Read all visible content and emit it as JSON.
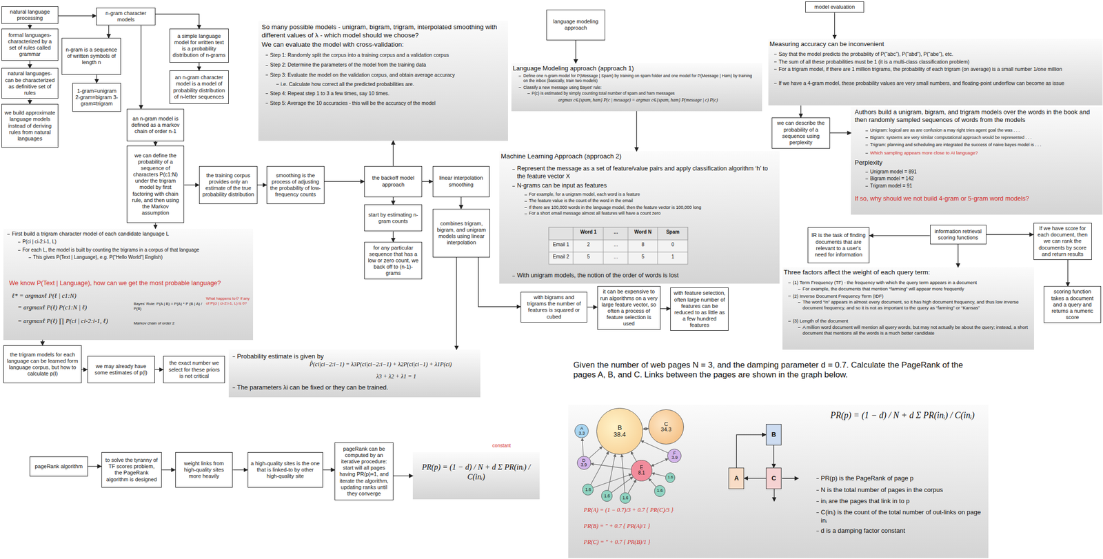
{
  "diagram": {
    "nodes": [
      {
        "text": [
          "natural language processing"
        ]
      },
      {
        "text": [
          "n-gram character models"
        ]
      },
      {
        "text": [
          "formal languages- characterized by a set of rules called grammar"
        ]
      },
      {
        "text": [
          "natural languages- can be characterized as definitive set of rules"
        ]
      },
      {
        "text": [
          "we build approximate language models instead of deriving rules from natural languages"
        ]
      },
      {
        "text": [
          "n-gram is a sequence of written symbols of length n"
        ]
      },
      {
        "text": [
          "1-gram=unigram 2-gram=bigram 3-gram=trigram"
        ]
      },
      {
        "text": [
          "a simple language model for written text is a probability distribution of n-grams"
        ]
      },
      {
        "text": [
          "an n-gram character model is a model of probability distribution of n-letter sequences"
        ]
      },
      {
        "text": [
          "an n-gram model is defined as a markov chain of order n-1"
        ]
      },
      {
        "text": [
          "we can define the probability of a sequence of characters P(c1:N) under the trigram model by first factoring with chain rule, and then using the Markov assumption"
        ]
      },
      {
        "text": [
          "the training corpus provides only an estimate of the true probability distribution"
        ]
      },
      {
        "text": [
          "smoothing is the process of adjusting the probability of low-frequency counts"
        ]
      },
      {
        "text": [
          "the backoff model approach"
        ]
      },
      {
        "text": [
          "linear interpolation smoothing"
        ]
      },
      {
        "text": [
          "start by estimating n-gram counts"
        ]
      },
      {
        "text": [
          "for any particular sequence that has a low or zero count, we back off to (n-1)-grams"
        ]
      },
      {
        "text": [
          "combines trigram, bigram, and unigram models using linear interpolation"
        ]
      },
      {
        "text": [
          "the trigram models for each language can be learned form language corpus, but how to calculate p(l)"
        ]
      },
      {
        "text": [
          "we may already have some estimates of p(l)"
        ]
      },
      {
        "text": [
          "the exact number we select for these priors is not critical"
        ]
      },
      {
        "text": [
          "language modeling approach"
        ]
      },
      {
        "text": [
          "with bigrams and trigrams the number of features is squared or cubed"
        ]
      },
      {
        "text": [
          "it can be expensive to run algorithms on a very large feature vector, so often a process of feature selection is used"
        ]
      },
      {
        "text": [
          "with feature selection, often large number of features can be reduced to as little as a few hundred features"
        ]
      },
      {
        "text": [
          "model evaluation"
        ]
      },
      {
        "text": [
          "we can describe the probability of a sequence using perplexity"
        ]
      },
      {
        "text": [
          "IR is the task of finding documents that are relevant to a user's need for information"
        ]
      },
      {
        "text": [
          "information retrieval scoring functions"
        ]
      },
      {
        "text": [
          "If we have score for each document, then we can rank the documents by score and return results"
        ]
      },
      {
        "text": [
          "scoring function takes a document and a query and returns a numeric score"
        ]
      },
      {
        "text": [
          "pageRank algorithm"
        ]
      },
      {
        "text": [
          "to solve the tyranny of TF scores problem, the PageRank algorithm is designed"
        ]
      },
      {
        "text": [
          "weight links from high-quality sites more heavily"
        ]
      },
      {
        "text": [
          "a high-quality sites is the one that is linked-to by other high-quality site"
        ]
      },
      {
        "text": [
          "pageRank can be computed by an iterative procedure: start will all pages having PR(p)=1, and iterate the algorithm, updating ranks until they converge"
        ]
      },
      {
        "text": [
          "So many possible models - unigram, bigram, trigram, interpolated smoothing with different values of λ - which model should we choose?",
          "We can evaluate the model with cross-validation:",
          "Step 1: Randomly split the corpus into a training corpus and a validation corpus",
          "Step 2: Determine the parameters of the model from the training data",
          "Step 3: Evaluate the model on the validation corpus, and obtain average accuracy",
          "i.e. Calculate how correct all the predicted probabilities are.",
          "Step 4: Repeat step 1 to 3 a few times, say 10 times.",
          "Step 5: Average the 10 accuracies - this will be the accuracy of the model"
        ]
      },
      {
        "text": [
          "First build a trigram character model of each candidate language L",
          "P(ci | ci-2:i-1, L)",
          "For each L, the model is built by counting the trigrams in a corpus of that language",
          "This gives P(Text | Language), e.g. P(“Hello World”| English)",
          "We know P(Text | Language), how can we get the most probable language?",
          "ℓ* = argmaxℓ P(ℓ | c1:N)",
          "= argmaxℓ P(ℓ) P(c1:N | ℓ)",
          "Bayes' Rule: P(A | B) = P(A) * P (B | A) / P(B)",
          "= argmaxℓ P(ℓ) ∏ P(ci | ci-2:i-1, ℓ)",
          "Markov chain of order 2",
          "What happens to ℓ* if any of P(ci | ci-2:i-1, L) is 0?"
        ]
      },
      {
        "text": [
          "Probability estimate is given by",
          "P̂(ci|ci−2:i−1) = λ3P(ci|ci−2:i−1) + λ2P(ci|ci−1) + λ1P(ci)",
          "λ3 + λ2 + λ1 = 1",
          "The parameters λi can be fixed or they can be trained."
        ]
      },
      {
        "text": [
          "Language Modeling approach (approach 1)",
          "Define one n-gram model for P(Message | Spam) by training on spam folder and one model for P(Message | Ham) by training on the inbox (basically, train two models)",
          "Classify a new message using Bayes' rule:",
          "P(c) is estimated by simply counting total number of spam and ham messages",
          "argmax c∈{spam, ham} P(c | message) = argmax c∈{spam, ham} P(message | c) P(c)"
        ]
      },
      {
        "text": [
          "Machine Learning Approach (approach 2)",
          "Represent the message as a set of feature/value pairs and apply classification algorithm ‘h’ to the feature vector X",
          "N-grams can be input as features",
          "For example, for a unigram model, each word is a feature",
          "The feature value is the count of the word in the email",
          "If there are 100,000 words in the language model, then the feature vector is 100,000 long",
          "For a short email message almost all features will have a count zero",
          "With unigram models, the notion of the order of words is lost"
        ]
      },
      {
        "text": [
          "Measuring accuracy can be inconvenient",
          "Say that the model predicts the probability of P(“abc”), P(“abd”), P(“abe”), etc.",
          "The sum of all these probabilities must be 1 (it is a multi-class classification problem)",
          "For a trigram model, if there are 1 million trigrams, the probability of each trigram (on average) is a small number 1/one million",
          "If we have a 4-gram model, these probability values are very small numbers, and floating-point underflow can become as issue"
        ]
      },
      {
        "text": [
          "Authors build a unigram, bigram, and trigram models over the words in the book and then randomly sampled sequences of words from the models",
          "Unigram: logical are as are confusion a may right tries agent goal the was . . .",
          "Bigram: systems are very similar computational approach would be represented . . .",
          "Trigram: planning and scheduling are integrated the success of naive bayes model is . . .",
          "Which sampling appears more close to AI language?",
          "Perplexity",
          "Unigram model = 891",
          "Bigram model = 142",
          "Trigram model = 91",
          "If so, why should we not build 4-gram or 5-gram word models?"
        ]
      },
      {
        "text": [
          "Three factors affect the weight of each query term:",
          "(1) Term Frequency (TF) - the frequency with which the query term appears in a document",
          "For example, the documents that mention “farming” will appear more frequently",
          "(2) Inverse Document Frequency Term (IDF)",
          "The word “in” appears in almost every document, so it has high document frequency, and thus low inverse document frequency, and so it is not as important to the query as “farming” or “Kansas”",
          "(3) Length of the document",
          "A million word document will mention all query words, but may not actually be about the query; instead, a short document that mentions all the words is a much better candidate"
        ]
      },
      {
        "text": [
          "PR(p) = (1 − d) / N + d Σ PR(inᵢ) / C(inᵢ)"
        ]
      },
      {
        "text": [
          "PR(p) = (1 − d) / N + d Σ PR(inᵢ) / C(inᵢ)",
          "PR(p) is the PageRank of page p",
          "N is the total number of pages in the corpus",
          "inᵢ are the pages that link in to p",
          "C(inᵢ) is the count of the total number of out-links on page inᵢ",
          "d is a damping factor constant"
        ]
      },
      {
        "text": [
          "A",
          "3.3"
        ],
        "in": 45
      },
      {
        "text": [
          "B",
          "38.4"
        ],
        "in": 45
      },
      {
        "text": [
          "C",
          "34.3"
        ],
        "in": 45
      },
      {
        "text": [
          "D",
          "3.9"
        ],
        "in": 45
      },
      {
        "text": [
          "E",
          "8.1"
        ],
        "in": 45
      },
      {
        "text": [
          "F",
          "3.9"
        ],
        "in": 45
      },
      {
        "text": [
          "1.6"
        ],
        "in": 45
      },
      {
        "text": [
          "1.6"
        ],
        "in": 45
      },
      {
        "text": [
          "1.6"
        ],
        "in": 45
      },
      {
        "text": [
          "1.6"
        ],
        "in": 45
      },
      {
        "text": [
          "1.6"
        ],
        "in": 45
      },
      {
        "text": [
          "A"
        ],
        "in": 45
      },
      {
        "text": [
          "B"
        ],
        "in": 45
      },
      {
        "text": [
          "C"
        ],
        "in": 45
      }
    ],
    "edges": [
      {
        "from": 0,
        "to": 1,
        "arrow": "to"
      },
      {
        "from": 0,
        "to": 2,
        "arrow": "to"
      },
      {
        "from": 2,
        "to": 3,
        "arrow": "to"
      },
      {
        "from": 3,
        "to": 4,
        "arrow": "to"
      },
      {
        "from": 1,
        "to": 5,
        "arrow": "to"
      },
      {
        "from": 5,
        "to": 6,
        "arrow": "to"
      },
      {
        "from": 1,
        "to": 7,
        "arrow": "to"
      },
      {
        "from": 7,
        "to": 8,
        "arrow": "to"
      },
      {
        "from": 1,
        "to": 9,
        "arrow": "to"
      },
      {
        "from": 9,
        "to": 10,
        "arrow": "to"
      },
      {
        "from": 10,
        "to": 11,
        "arrow": "to"
      },
      {
        "from": 11,
        "to": 12,
        "arrow": "to"
      },
      {
        "from": 12,
        "to": 13,
        "arrow": "to"
      },
      {
        "from": 13,
        "to": 14,
        "arrow": "to"
      },
      {
        "from": 13,
        "to": 15,
        "arrow": "to"
      },
      {
        "from": 15,
        "to": 16,
        "arrow": "to"
      },
      {
        "from": 14,
        "to": 17,
        "arrow": "to"
      },
      {
        "from": 13,
        "to": 36,
        "arrow": "to"
      },
      {
        "from": 10,
        "to": 37,
        "arrow": "to"
      },
      {
        "from": 37,
        "to": 18,
        "arrow": "to"
      },
      {
        "from": 18,
        "to": 19,
        "arrow": "to"
      },
      {
        "from": 19,
        "to": 20,
        "arrow": "to"
      },
      {
        "from": 17,
        "to": 38,
        "arrow": "to"
      },
      {
        "from": 17,
        "to": 22,
        "arrow": "to"
      },
      {
        "from": 22,
        "to": 23,
        "arrow": "to"
      },
      {
        "from": 23,
        "to": 24,
        "arrow": "to"
      },
      {
        "from": 21,
        "to": 39,
        "arrow": "to"
      },
      {
        "from": 39,
        "to": 40,
        "arrow": "to"
      },
      {
        "from": 25,
        "to": 41,
        "arrow": "to"
      },
      {
        "from": 41,
        "to": 26,
        "arrow": "to"
      },
      {
        "from": 26,
        "to": 42,
        "arrow": "to"
      },
      {
        "from": 28,
        "to": 27,
        "arrow": "to"
      },
      {
        "from": 28,
        "to": 29,
        "arrow": "to"
      },
      {
        "from": 29,
        "to": 30,
        "arrow": "to"
      },
      {
        "from": 28,
        "to": 43,
        "arrow": "to"
      },
      {
        "from": 31,
        "to": 32,
        "arrow": "to"
      },
      {
        "from": 32,
        "to": 33,
        "arrow": "to"
      },
      {
        "from": 33,
        "to": 34,
        "arrow": "to"
      },
      {
        "from": 34,
        "to": 35,
        "arrow": "to"
      },
      {
        "from": 35,
        "to": 44,
        "arrow": "to"
      },
      {
        "from": 57,
        "to": 58,
        "arrow": "to"
      },
      {
        "from": 58,
        "to": 59,
        "arrow": "to"
      },
      {
        "from": 59,
        "to": 57,
        "arrow": "to"
      },
      {
        "from": 48,
        "to": 47,
        "arrow": "both"
      },
      {
        "from": 49,
        "to": 46,
        "arrow": "to"
      },
      {
        "from": 49,
        "to": 47,
        "arrow": "to"
      },
      {
        "from": 50,
        "to": 47,
        "arrow": "to"
      },
      {
        "from": 50,
        "to": 49,
        "arrow": "to"
      },
      {
        "from": 50,
        "to": 51,
        "arrow": "both"
      },
      {
        "from": 51,
        "to": 47,
        "arrow": "to"
      },
      {
        "from": 52,
        "to": 47,
        "arrow": "to"
      },
      {
        "from": 52,
        "to": 50,
        "arrow": "to"
      },
      {
        "from": 53,
        "to": 47,
        "arrow": "to"
      },
      {
        "from": 53,
        "to": 50,
        "arrow": "to"
      },
      {
        "from": 54,
        "to": 47,
        "arrow": "to"
      },
      {
        "from": 54,
        "to": 50,
        "arrow": "to"
      },
      {
        "from": 55,
        "to": 50,
        "arrow": "to"
      },
      {
        "from": 56,
        "to": 50,
        "arrow": "to"
      }
    ],
    "labels": [
      "Given the number of web pages N = 3, and the damping parameter d = 0.7. Calculate the PageRank of the pages A, B, and C. Links between the pages are shown in the graph below.",
      "Word 1",
      "...",
      "Word N",
      "Spam",
      "Email 1",
      "2",
      "...",
      "8",
      "0",
      "Email 2",
      "5",
      "...",
      "5",
      "1",
      "constant",
      "PR(A) = (1 − 0.7)/3 + 0.7 { PR(C)/3 }",
      "PR(B) = ″ + 0.7 { PR(A)/1 }",
      "PR(C) = ″ + 0.7 { PR(B)/1 }"
    ]
  }
}
